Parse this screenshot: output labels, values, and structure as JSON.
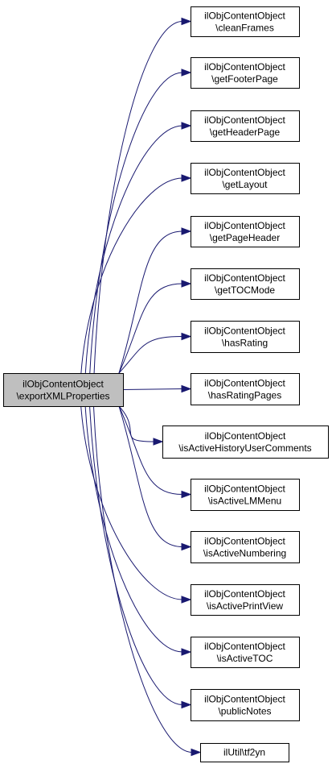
{
  "diagram": {
    "root": {
      "label_line1": "ilObjContentObject",
      "label_line2": "\\exportXMLProperties"
    },
    "callees": [
      {
        "id": "cleanFrames",
        "label_line1": "ilObjContentObject",
        "label_line2": "\\cleanFrames"
      },
      {
        "id": "getFooterPage",
        "label_line1": "ilObjContentObject",
        "label_line2": "\\getFooterPage"
      },
      {
        "id": "getHeaderPage",
        "label_line1": "ilObjContentObject",
        "label_line2": "\\getHeaderPage"
      },
      {
        "id": "getLayout",
        "label_line1": "ilObjContentObject",
        "label_line2": "\\getLayout"
      },
      {
        "id": "getPageHeader",
        "label_line1": "ilObjContentObject",
        "label_line2": "\\getPageHeader"
      },
      {
        "id": "getTOCMode",
        "label_line1": "ilObjContentObject",
        "label_line2": "\\getTOCMode"
      },
      {
        "id": "hasRating",
        "label_line1": "ilObjContentObject",
        "label_line2": "\\hasRating"
      },
      {
        "id": "hasRatingPages",
        "label_line1": "ilObjContentObject",
        "label_line2": "\\hasRatingPages"
      },
      {
        "id": "isActiveHistoryUserComments",
        "label_line1": "ilObjContentObject",
        "label_line2": "\\isActiveHistoryUserComments"
      },
      {
        "id": "isActiveLMMenu",
        "label_line1": "ilObjContentObject",
        "label_line2": "\\isActiveLMMenu"
      },
      {
        "id": "isActiveNumbering",
        "label_line1": "ilObjContentObject",
        "label_line2": "\\isActiveNumbering"
      },
      {
        "id": "isActivePrintView",
        "label_line1": "ilObjContentObject",
        "label_line2": "\\isActivePrintView"
      },
      {
        "id": "isActiveTOC",
        "label_line1": "ilObjContentObject",
        "label_line2": "\\isActiveTOC"
      },
      {
        "id": "publicNotes",
        "label_line1": "ilObjContentObject",
        "label_line2": "\\publicNotes"
      },
      {
        "id": "tf2yn",
        "label_line1": "ilUtil\\tf2yn",
        "label_line2": ""
      }
    ],
    "colors": {
      "edge": "#191970",
      "root_fill": "#bfbfbf",
      "node_fill": "#ffffff",
      "node_border": "#000000"
    }
  }
}
